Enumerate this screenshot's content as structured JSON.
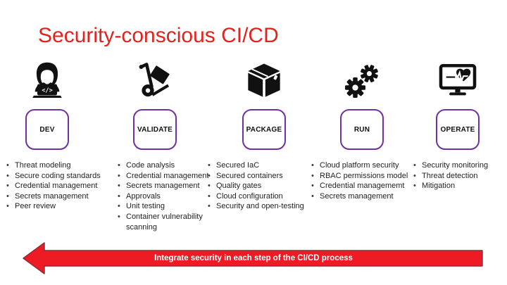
{
  "slide": {
    "title": "Security-conscious CI/CD",
    "colors": {
      "title_red": "#e0231e",
      "arrow_fill": "#ee1b24",
      "arrow_border": "#8e2a35",
      "stage_border_purple": "#7030a0",
      "body_text": "#1f1f1f"
    },
    "arrow": {
      "label": "Integrate security in each step of the CI/CD process",
      "direction": "left"
    },
    "stages": [
      {
        "label": "DEV",
        "icon": "developer-at-laptop-icon",
        "items": [
          "Threat modeling",
          "Secure coding standards",
          "Credential management",
          "Secrets management",
          "Peer review"
        ]
      },
      {
        "label": "VALIDATE",
        "icon": "hand-truck-icon",
        "items": [
          "Code analysis",
          "Credential management",
          "Secrets management",
          "Approvals",
          "Unit testing",
          "Container vulnerability scanning"
        ]
      },
      {
        "label": "PACKAGE",
        "icon": "package-box-icon",
        "items": [
          "Secured IaC",
          "Secured containers",
          "Quality gates",
          "Cloud configuration",
          "Security and open-testing"
        ]
      },
      {
        "label": "RUN",
        "icon": "gears-icon",
        "items": [
          "Cloud platform security",
          "RBAC permissions model",
          "Credential managememt",
          "Secrets management"
        ]
      },
      {
        "label": "OPERATE",
        "icon": "monitor-heartbeat-icon",
        "items": [
          "Security monitoring",
          "Threat detection",
          "Mitigation"
        ]
      }
    ]
  }
}
